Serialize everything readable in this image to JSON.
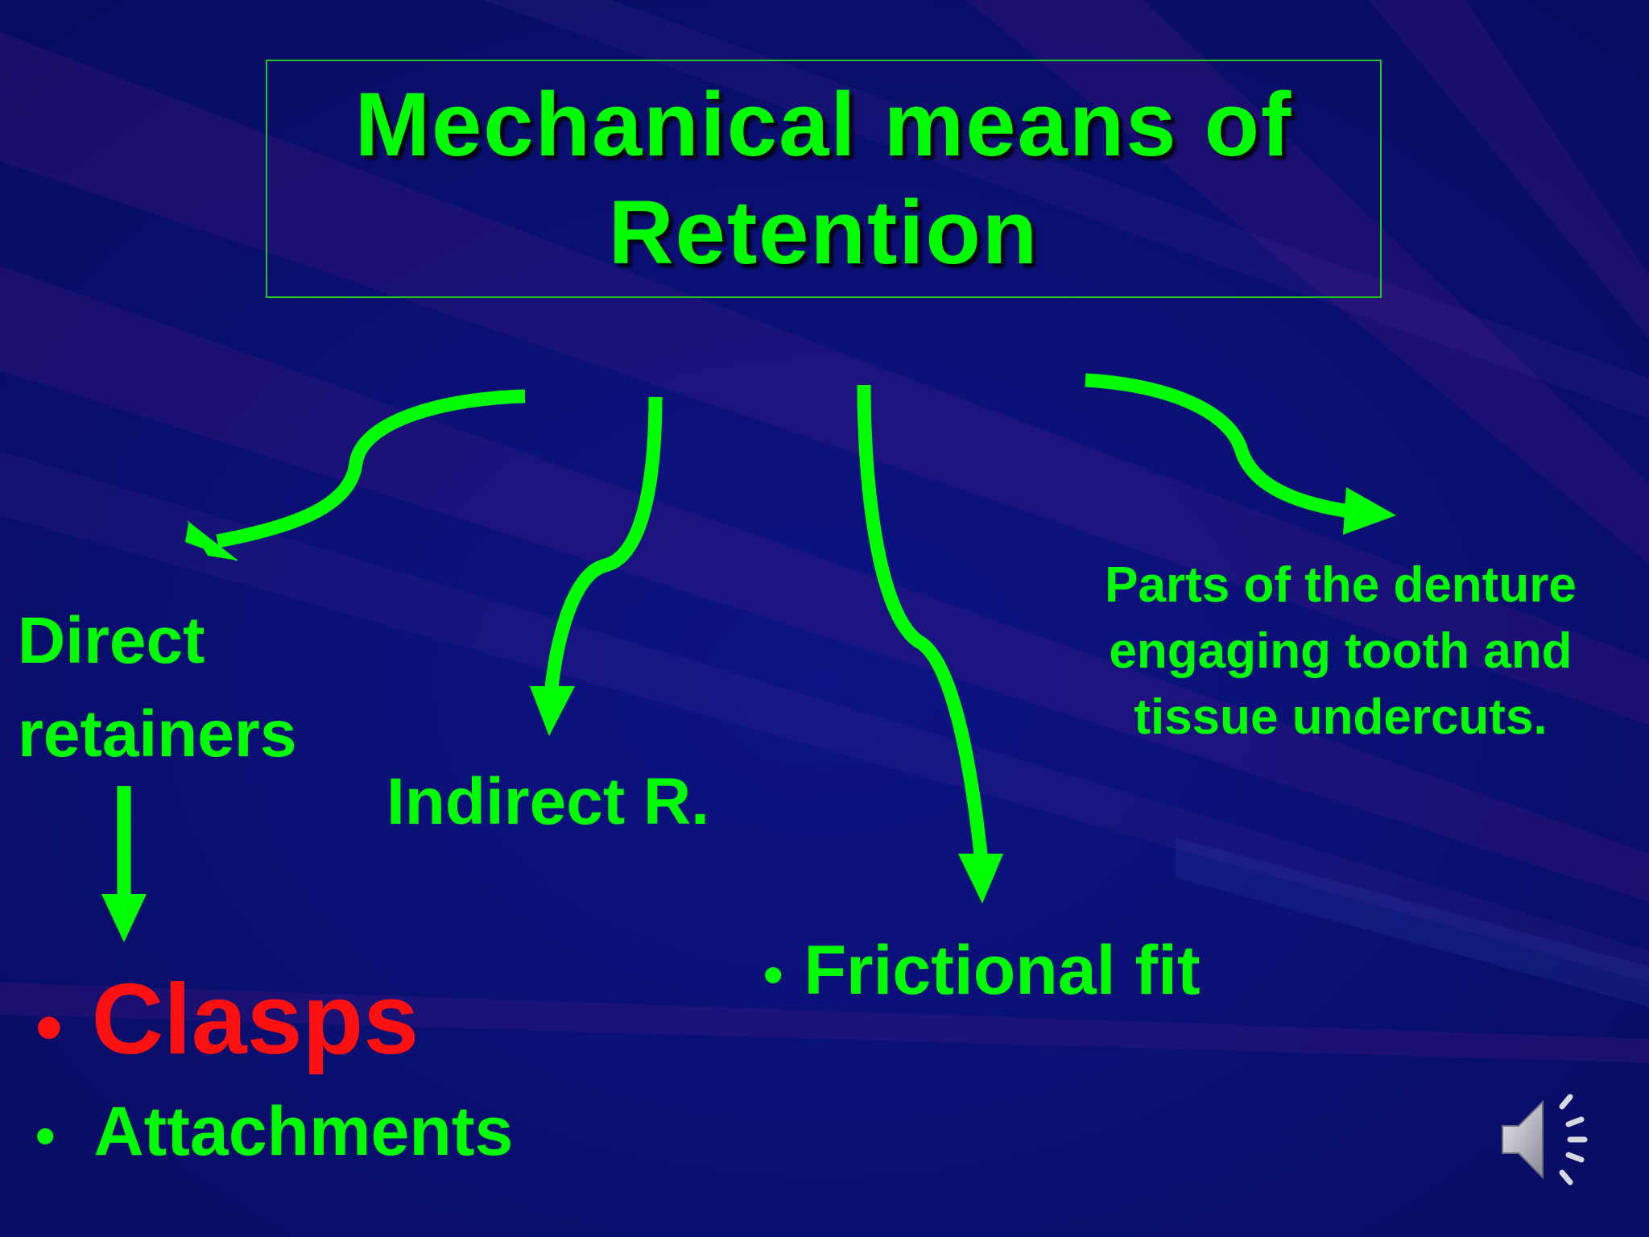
{
  "slide": {
    "title_lines": [
      "Mechanical means of",
      "Retention"
    ],
    "direct_retainers": [
      "Direct",
      "retainers"
    ],
    "indirect": "Indirect R.",
    "parts_text": "Parts of the denture engaging tooth and tissue undercuts.",
    "bullets": {
      "clasps": "Clasps",
      "attachments": "Attachments",
      "frictional_fit": "Frictional fit"
    },
    "bullet_symbol": "•"
  },
  "colors": {
    "background": "#0a0f72",
    "accent": "#00ff00",
    "highlight": "#ff1010",
    "border": "#22c522"
  },
  "icons": {
    "audio": "speaker-icon"
  }
}
